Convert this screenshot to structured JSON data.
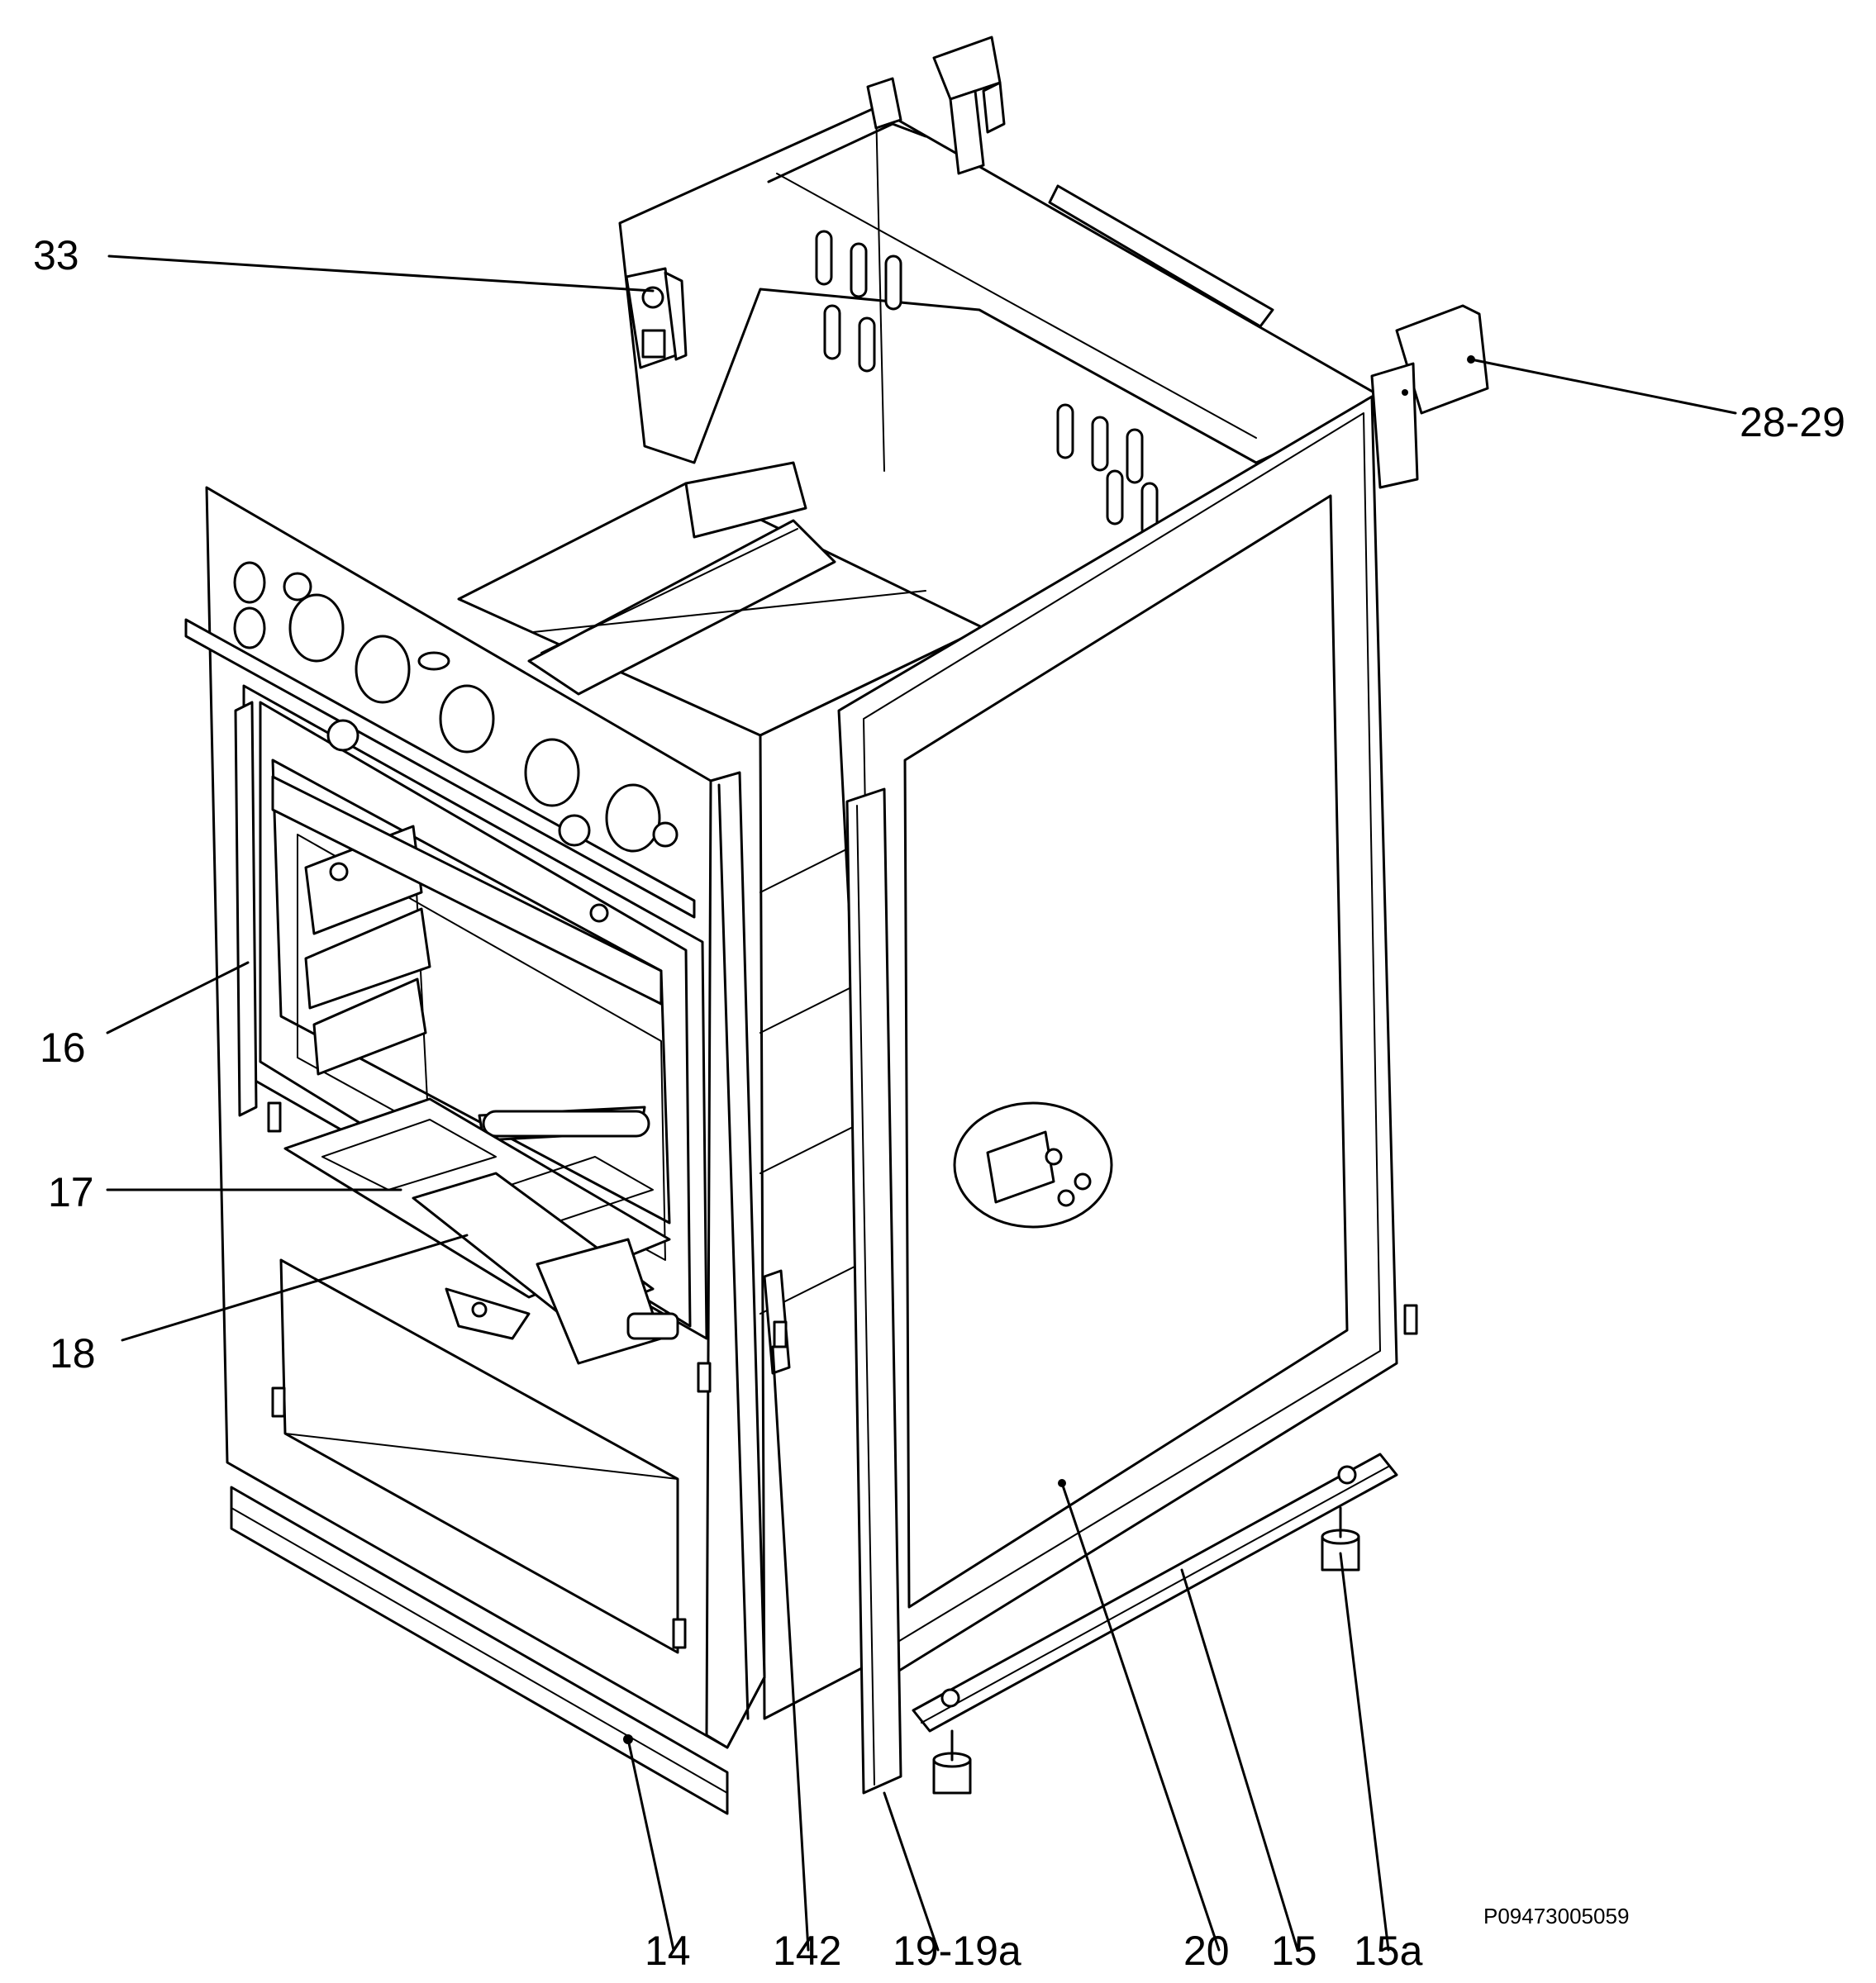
{
  "labels": {
    "l33": "33",
    "l2829": "28-29",
    "l16": "16",
    "l17": "17",
    "l18": "18",
    "l14": "14",
    "l142": "142",
    "l1919a": "19-19a",
    "l20": "20",
    "l15": "15",
    "l15a": "15a"
  },
  "drawing_code": "P09473005059"
}
